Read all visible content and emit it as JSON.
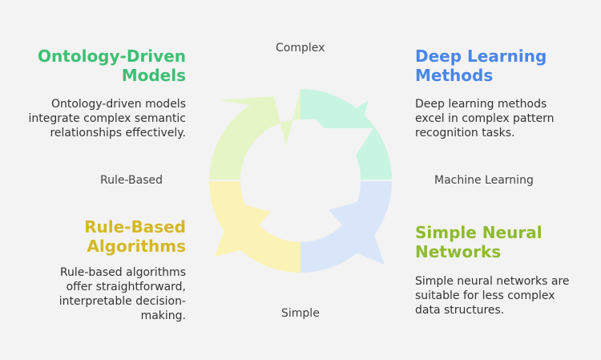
{
  "axes": {
    "top": "Complex",
    "bottom": "Simple",
    "left": "Rule-Based",
    "right": "Machine Learning"
  },
  "quadrants": {
    "top_left": {
      "title_line1": "Ontology-Driven",
      "title_line2": "Models",
      "desc_lines": [
        "Ontology-driven models",
        "integrate complex semantic",
        "relationships effectively."
      ],
      "color": "#3dbf74",
      "segment_color": "#e6f5c6"
    },
    "top_right": {
      "title_line1": "Deep Learning",
      "title_line2": "Methods",
      "desc_lines": [
        "Deep learning methods",
        "excel in complex pattern",
        "recognition tasks."
      ],
      "color": "#4a86e8",
      "segment_color": "#c8f5e2"
    },
    "bottom_left": {
      "title_line1": "Rule-Based",
      "title_line2": "Algorithms",
      "desc_lines": [
        "Rule-based algorithms",
        "offer straightforward,",
        "interpretable decision-",
        "making."
      ],
      "color": "#d4b826",
      "segment_color": "#fbf2b5"
    },
    "bottom_right": {
      "title_line1": "Simple Neural",
      "title_line2": "Networks",
      "desc_lines": [
        "Simple neural networks are",
        "suitable for less complex",
        "data structures."
      ],
      "color": "#8fba2f",
      "segment_color": "#d9e6fa"
    }
  }
}
